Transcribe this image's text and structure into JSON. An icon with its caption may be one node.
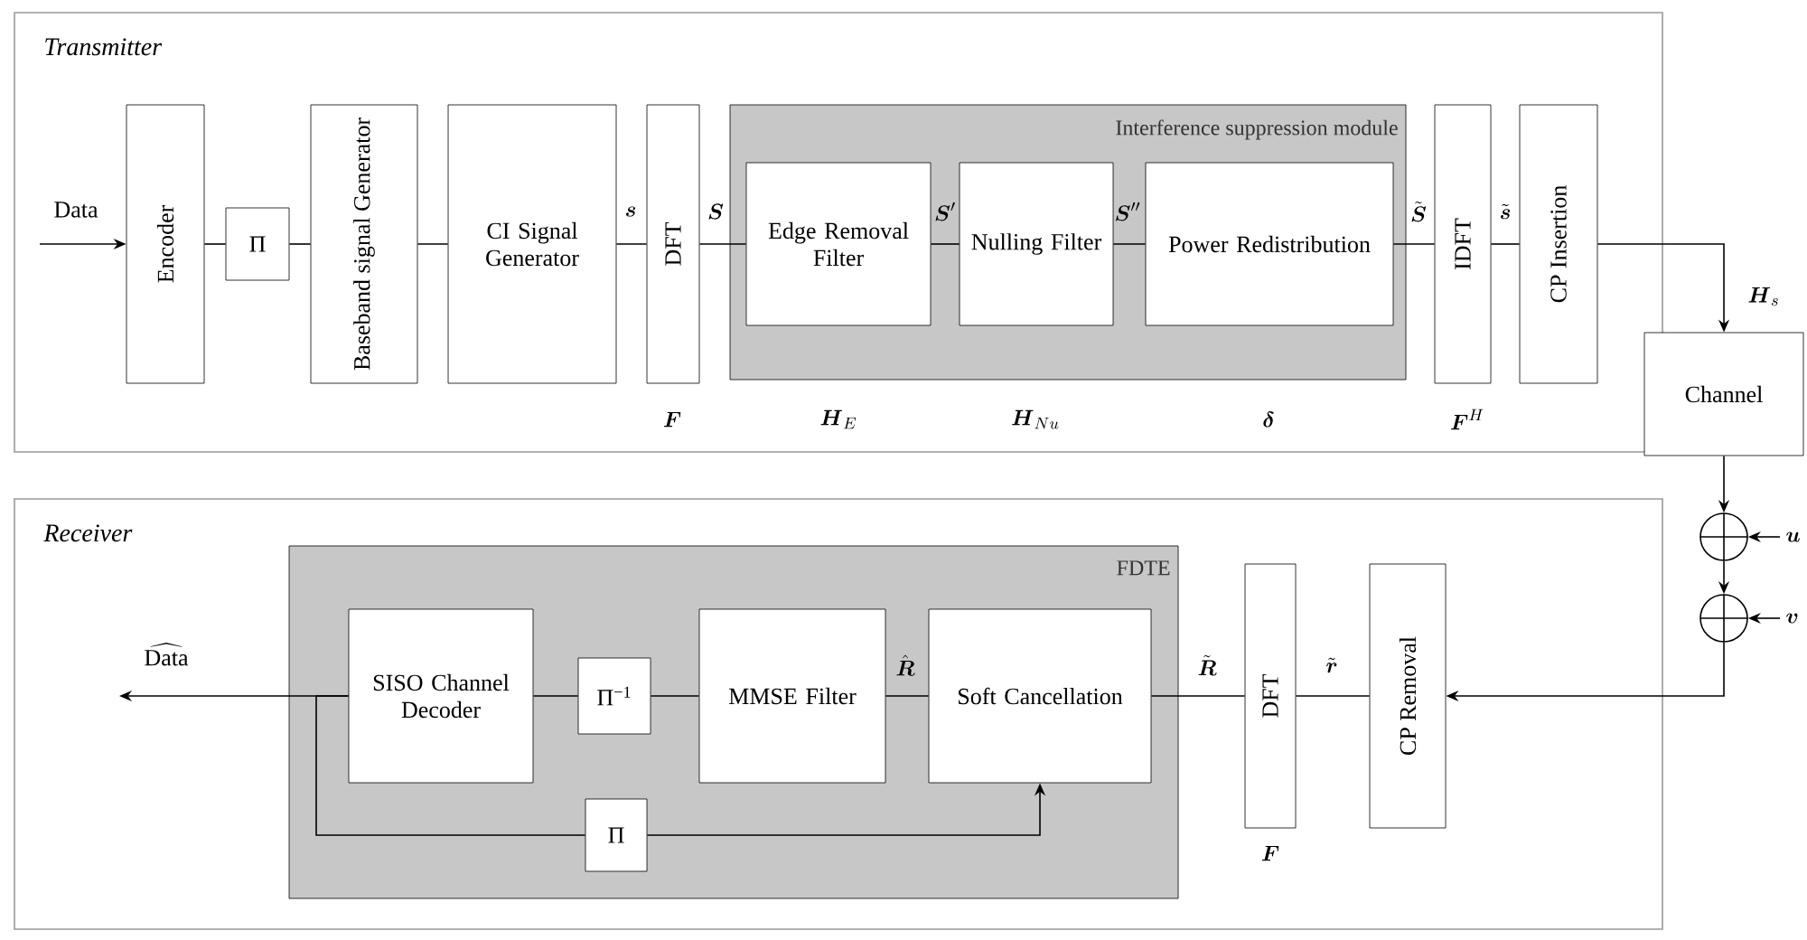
{
  "diagram": {
    "nodes": [
      {
        "text": [
          "Transmitter"
        ]
      },
      {
        "text": [
          "Encoder"
        ],
        "in": 0
      },
      {
        "text": [
          "Π"
        ],
        "in": 0
      },
      {
        "text": [
          "Baseband signal Generator"
        ],
        "in": 0
      },
      {
        "text": [
          "CI Signal Generator"
        ],
        "in": 0
      },
      {
        "text": [
          "DFT"
        ],
        "in": 0,
        "beside": [
          "\\boldsymbol{F}"
        ]
      },
      {
        "text": [
          "Interference suppression module"
        ],
        "in": 0
      },
      {
        "text": [
          "Edge Removal Filter"
        ],
        "in": 6
      },
      {
        "text": [
          "Nulling Filter"
        ],
        "in": 6
      },
      {
        "text": [
          "Power Redistribution"
        ],
        "in": 6
      },
      {
        "text": [
          "IDFT"
        ],
        "in": 0,
        "beside": [
          "\\boldsymbol{F}^{H}"
        ]
      },
      {
        "text": [
          "CP Insertion"
        ],
        "in": 0
      },
      {
        "text": [
          "Channel"
        ]
      },
      {
        "text": [],
        "shape": "circle"
      },
      {
        "text": [],
        "shape": "circle"
      },
      {
        "text": [
          "Receiver"
        ]
      },
      {
        "text": [
          "FDTE"
        ],
        "in": 15
      },
      {
        "text": [
          "SISO Channel Decoder"
        ],
        "in": 16
      },
      {
        "text": [
          "Π$^{−1}$"
        ],
        "in": 16
      },
      {
        "text": [
          "MMSE Filter"
        ],
        "in": 16
      },
      {
        "text": [
          "Soft Cancellation"
        ],
        "in": 16
      },
      {
        "text": [
          "Π"
        ],
        "in": 16
      },
      {
        "text": [
          "DFT"
        ],
        "in": 15,
        "beside": [
          "\\boldsymbol{F}"
        ]
      },
      {
        "text": [
          "CP Removal"
        ],
        "in": 15
      }
    ],
    "edges": [
      {
        "from": null,
        "to": 1,
        "arrow": "to",
        "label": "Data"
      },
      {
        "from": 1,
        "to": 2,
        "arrow": "none"
      },
      {
        "from": 2,
        "to": 3,
        "arrow": "none"
      },
      {
        "from": 3,
        "to": 4,
        "arrow": "none"
      },
      {
        "from": 4,
        "to": 5,
        "arrow": "none",
        "label": "\\boldsymbol{s}"
      },
      {
        "from": 5,
        "to": 7,
        "arrow": "none",
        "label": "\\boldsymbol{S}"
      },
      {
        "from": 7,
        "to": 8,
        "arrow": "none",
        "label": "\\boldsymbol{S}'"
      },
      {
        "from": 8,
        "to": 9,
        "arrow": "none",
        "label": "\\boldsymbol{S}''"
      },
      {
        "from": 9,
        "to": 10,
        "arrow": "none",
        "label": "\\tilde{\\boldsymbol{S}}"
      },
      {
        "from": 10,
        "to": 11,
        "arrow": "none",
        "label": "\\tilde{\\boldsymbol{s}}"
      },
      {
        "from": 11,
        "to": 12,
        "arrow": "to",
        "label": "\\boldsymbol{H}_{s}"
      },
      {
        "from": 12,
        "to": 13,
        "arrow": "to"
      },
      {
        "from": null,
        "to": 13,
        "arrow": "to",
        "label": "\\boldsymbol{u}"
      },
      {
        "from": 13,
        "to": 14,
        "arrow": "to"
      },
      {
        "from": null,
        "to": 14,
        "arrow": "to",
        "label": "\\boldsymbol{v}"
      },
      {
        "from": 14,
        "to": 23,
        "arrow": "to"
      },
      {
        "from": 23,
        "to": 22,
        "arrow": "none",
        "label": "\\tilde{\\boldsymbol{r}}"
      },
      {
        "from": 22,
        "to": 20,
        "arrow": "none",
        "label": "\\tilde{\\boldsymbol{R}}"
      },
      {
        "from": 20,
        "to": 19,
        "arrow": "none",
        "label": "\\hat{\\boldsymbol{R}}"
      },
      {
        "from": 19,
        "to": 18,
        "arrow": "none"
      },
      {
        "from": 18,
        "to": 17,
        "arrow": "none"
      },
      {
        "from": 17,
        "to": null,
        "arrow": "to",
        "label": "\\widehat{\\mathrm{Data}}"
      },
      {
        "from": 17,
        "to": 21,
        "arrow": "none"
      },
      {
        "from": 21,
        "to": 20,
        "arrow": "to"
      }
    ],
    "labels": [
      "\\boldsymbol{H}_{E}",
      "\\boldsymbol{H}_{Nu}",
      "\\boldsymbol{\\delta}"
    ]
  }
}
